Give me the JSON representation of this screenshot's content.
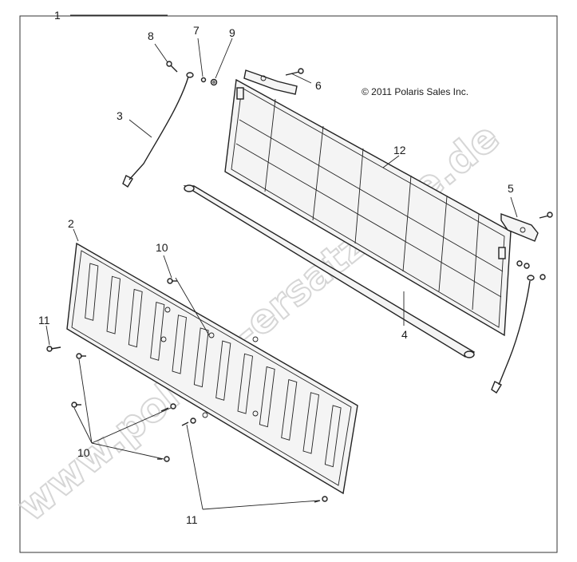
{
  "diagram": {
    "copyright": "© 2011 Polaris Sales Inc.",
    "watermark": "www.polaris-ersatzteile.de",
    "callouts": [
      {
        "id": "c1",
        "label": "1"
      },
      {
        "id": "c2",
        "label": "2"
      },
      {
        "id": "c3",
        "label": "3"
      },
      {
        "id": "c4",
        "label": "4"
      },
      {
        "id": "c5",
        "label": "5"
      },
      {
        "id": "c6",
        "label": "6"
      },
      {
        "id": "c7",
        "label": "7"
      },
      {
        "id": "c8",
        "label": "8"
      },
      {
        "id": "c9",
        "label": "9"
      },
      {
        "id": "c10a",
        "label": "10"
      },
      {
        "id": "c10b",
        "label": "10"
      },
      {
        "id": "c11a",
        "label": "11"
      },
      {
        "id": "c11b",
        "label": "11"
      },
      {
        "id": "c12",
        "label": "12"
      }
    ]
  }
}
